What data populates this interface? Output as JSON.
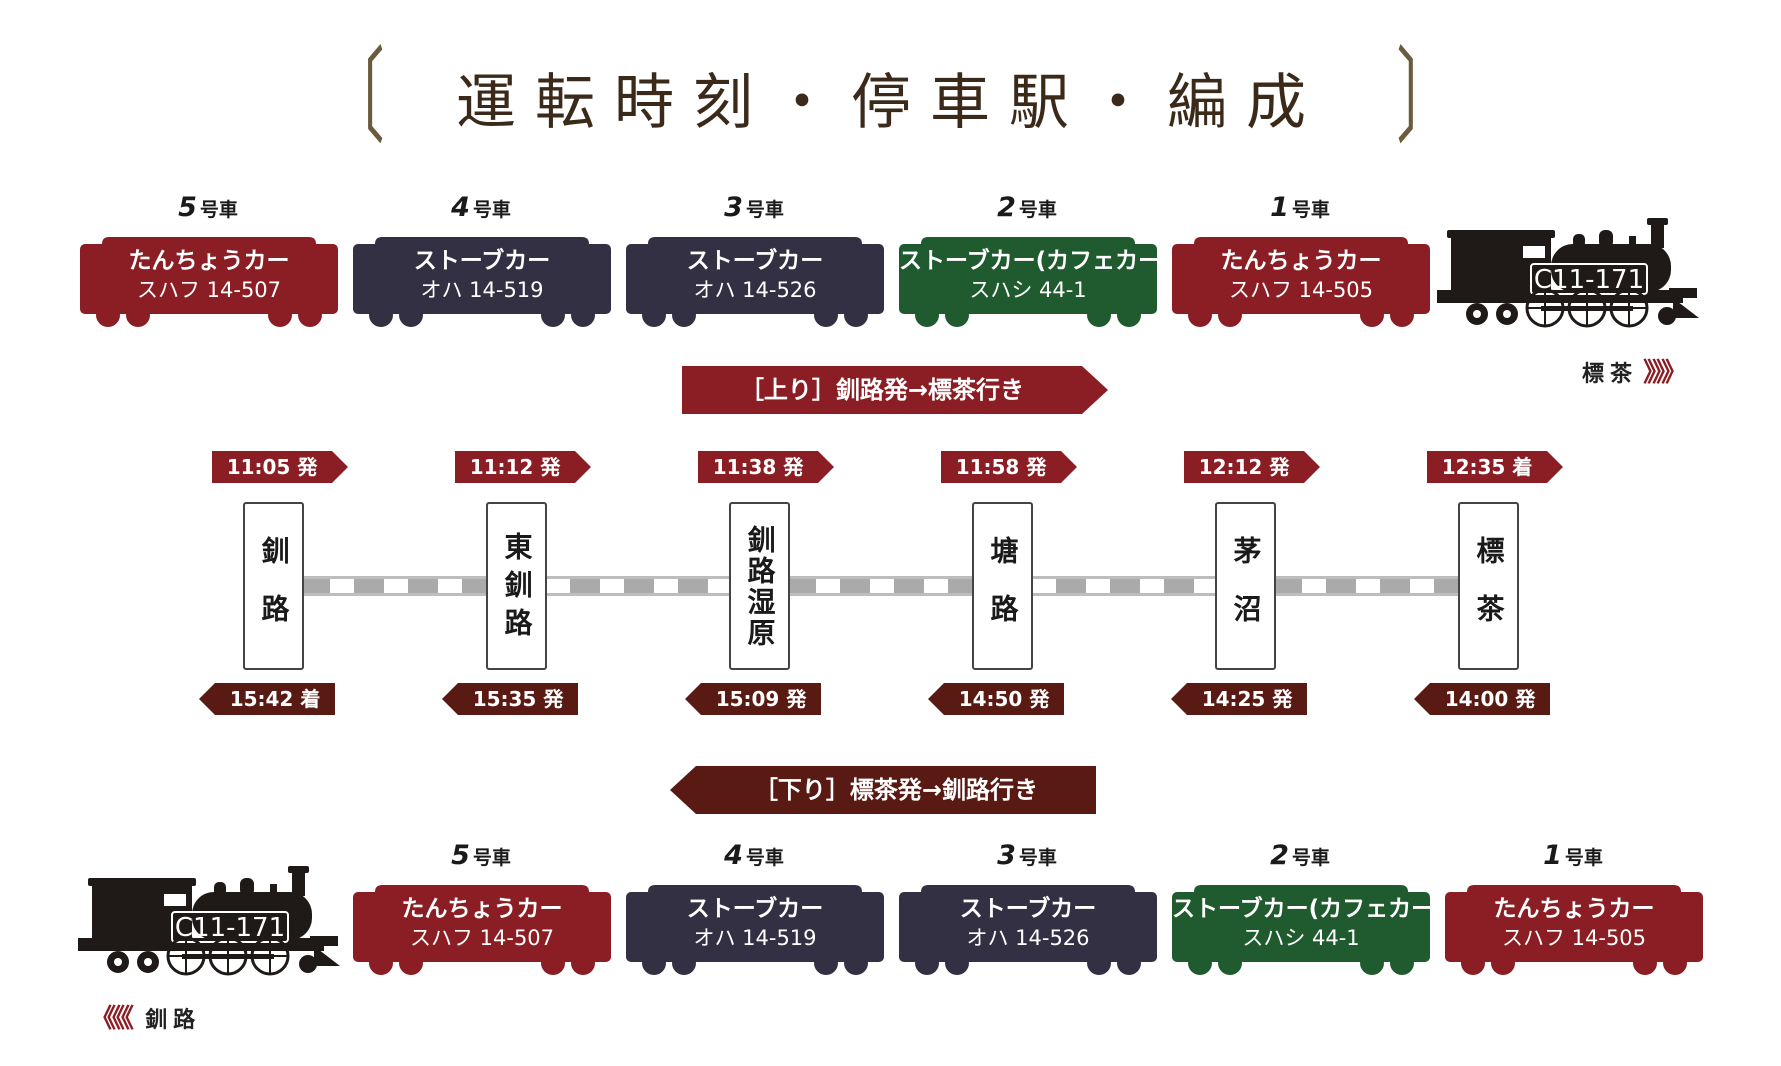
{
  "title": "運転時刻・停車駅・編成",
  "colors": {
    "red": "#8b1e24",
    "navy": "#333043",
    "green": "#1f5b2f",
    "darkbrown": "#5a1a14",
    "loco": "#1f1a18"
  },
  "formation_up": {
    "cars": [
      {
        "num": "5",
        "suffix": "号車",
        "name": "たんちょうカー",
        "code": "スハフ 14-507",
        "color": "#8b1e24"
      },
      {
        "num": "4",
        "suffix": "号車",
        "name": "ストーブカー",
        "code": "オハ 14-519",
        "color": "#333043"
      },
      {
        "num": "3",
        "suffix": "号車",
        "name": "ストーブカー",
        "code": "オハ 14-526",
        "color": "#333043"
      },
      {
        "num": "2",
        "suffix": "号車",
        "name": "ストーブカー(カフェカー)",
        "code": "スハシ 44-1",
        "color": "#1f5b2f"
      },
      {
        "num": "1",
        "suffix": "号車",
        "name": "たんちょうカー",
        "code": "スハフ 14-505",
        "color": "#8b1e24"
      }
    ],
    "loco_number": "C11-171",
    "direction_label": "標茶",
    "chevrons": "》》》"
  },
  "up_banner": "［上り］釧路発→標茶行き",
  "stations": [
    {
      "name": "釧路",
      "up_time": "11:05 発",
      "down_time": "15:42 着"
    },
    {
      "name": "東釧路",
      "up_time": "11:12 発",
      "down_time": "15:35 発"
    },
    {
      "name": "釧路湿原",
      "up_time": "11:38 発",
      "down_time": "15:09 発"
    },
    {
      "name": "塘路",
      "up_time": "11:58 発",
      "down_time": "14:50 発"
    },
    {
      "name": "茅沼",
      "up_time": "12:12 発",
      "down_time": "14:25 発"
    },
    {
      "name": "標茶",
      "up_time": "12:35 着",
      "down_time": "14:00 発"
    }
  ],
  "down_banner": "［下り］標茶発→釧路行き",
  "formation_down": {
    "cars": [
      {
        "num": "5",
        "suffix": "号車",
        "name": "たんちょうカー",
        "code": "スハフ 14-507",
        "color": "#8b1e24"
      },
      {
        "num": "4",
        "suffix": "号車",
        "name": "ストーブカー",
        "code": "オハ 14-519",
        "color": "#333043"
      },
      {
        "num": "3",
        "suffix": "号車",
        "name": "ストーブカー",
        "code": "オハ 14-526",
        "color": "#333043"
      },
      {
        "num": "2",
        "suffix": "号車",
        "name": "ストーブカー(カフェカー)",
        "code": "スハシ 44-1",
        "color": "#1f5b2f"
      },
      {
        "num": "1",
        "suffix": "号車",
        "name": "たんちょうカー",
        "code": "スハフ 14-505",
        "color": "#8b1e24"
      }
    ],
    "loco_number": "C11-171",
    "direction_label": "釧路",
    "chevrons": "《《《"
  }
}
